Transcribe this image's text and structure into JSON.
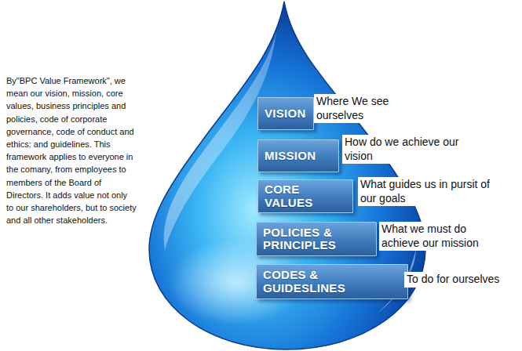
{
  "diagram": {
    "nodes": [
      {
        "text": [
          "VISION"
        ]
      },
      {
        "text": [
          "MISSION"
        ]
      },
      {
        "text": [
          "CORE VALUES"
        ]
      },
      {
        "text": [
          "POLICIES & PRINCIPLES"
        ]
      },
      {
        "text": [
          "CODES & GUIDESLINES"
        ]
      }
    ],
    "labels": [
      "By\"BPC Value Framework\", we mean our vision, mission, core values, business principles and policies, code of corporate governance, code of conduct and ethics: and guidelines. This framework applies to everyone in the comany, from employees to members of the Board of Directors. It adds value not only to our shareholders, but to society and all other stakeholders.",
      "Where We see ourselves",
      "How do we achieve our vision",
      "What guides us in pursit of our goals",
      "What we must do achieve our mission",
      "To do for ourselves"
    ]
  }
}
